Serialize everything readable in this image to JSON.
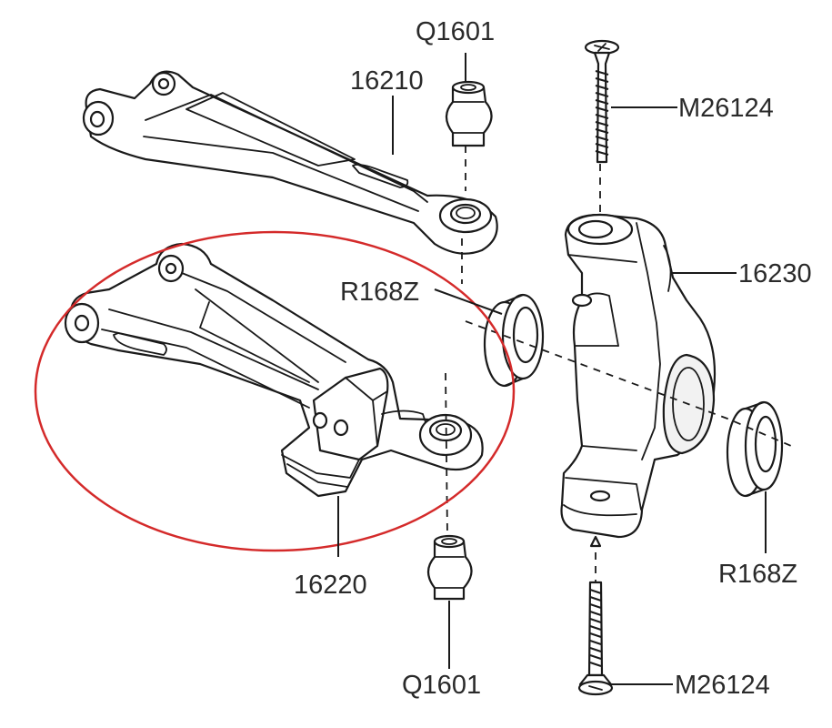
{
  "labels": {
    "ball_stud_top": "Q1601",
    "upper_arm": "16210",
    "screw_top": "M26124",
    "bearing_left": "R168Z",
    "knuckle": "16230",
    "lower_arm": "16220",
    "bearing_right": "R168Z",
    "ball_stud_bottom": "Q1601",
    "screw_bottom": "M26124"
  },
  "colors": {
    "highlight_ellipse": "#d42a2a",
    "line": "#1a1a1a",
    "text": "#2a2a2a"
  }
}
